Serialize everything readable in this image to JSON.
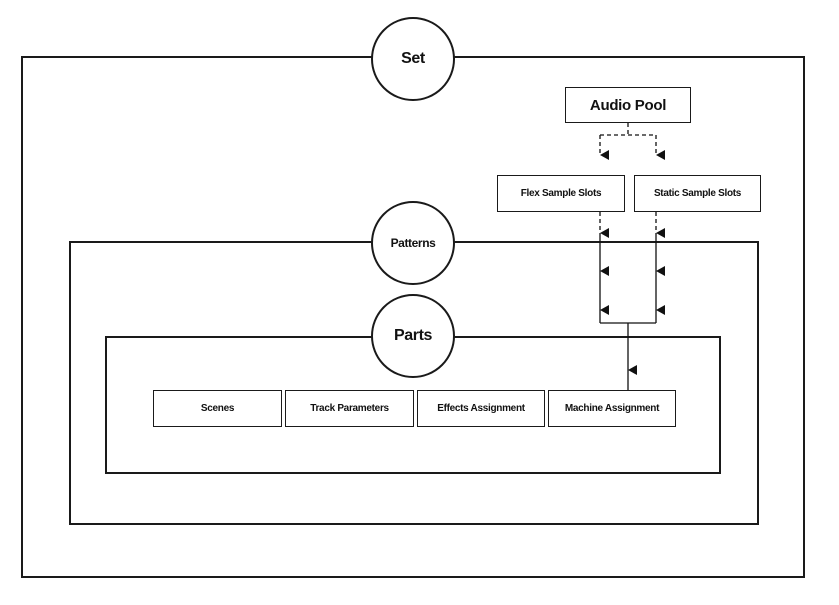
{
  "set": {
    "label": "Set"
  },
  "audio_pool": {
    "label": "Audio Pool"
  },
  "slots": {
    "flex": "Flex Sample Slots",
    "static": "Static Sample Slots"
  },
  "patterns": {
    "label": "Patterns"
  },
  "parts": {
    "label": "Parts",
    "items": [
      "Scenes",
      "Track Parameters",
      "Effects Assignment",
      "Machine Assignment"
    ]
  }
}
